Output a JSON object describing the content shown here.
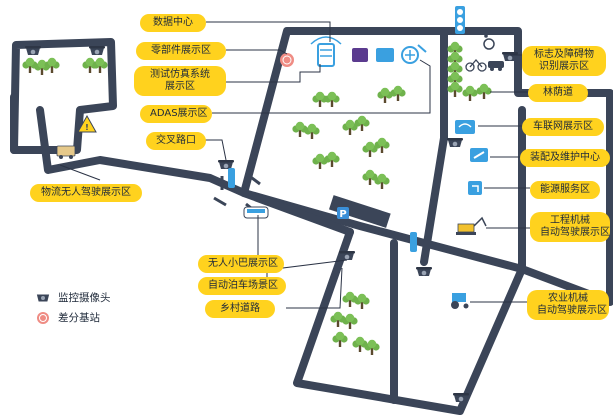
{
  "colors": {
    "road": "#3b4558",
    "label_bg": "#ffd21e",
    "tree": "#6fb24c",
    "base_station": "#ef8c84",
    "camera": "#3b4558"
  },
  "labels": {
    "data_center": "数据中心",
    "parts": "零部件展示区",
    "sim_line1": "测试仿真系统",
    "sim_line2": "展示区",
    "adas": "ADAS展示区",
    "crossroad": "交叉路口",
    "logistics": "物流无人驾驶展示区",
    "minibus": "无人小巴展示区",
    "parking": "自动泊车场景区",
    "rural": "乡村道路",
    "signs_line1": "标志及障碍物",
    "signs_line2": "识别展示区",
    "boulevard": "林荫道",
    "v2x": "车联网展示区",
    "assembly": "装配及维护中心",
    "energy": "能源服务区",
    "engineering_line1": "工程机械",
    "engineering_line2": "自动驾驶展示区",
    "agri_line1": "农业机械",
    "agri_line2": "自动驾驶展示区",
    "parking_sign": "P"
  },
  "legend": {
    "camera": "监控摄像头",
    "base_station": "差分基站"
  },
  "icons": [
    "camera-icon",
    "base-station-icon",
    "tree-icon",
    "traffic-light-icon",
    "parking-sign-icon",
    "server-icon",
    "bicycle-icon",
    "car-icon",
    "wheelchair-icon",
    "tractor-icon",
    "excavator-icon",
    "wifi-icon",
    "warning-sign-icon"
  ]
}
